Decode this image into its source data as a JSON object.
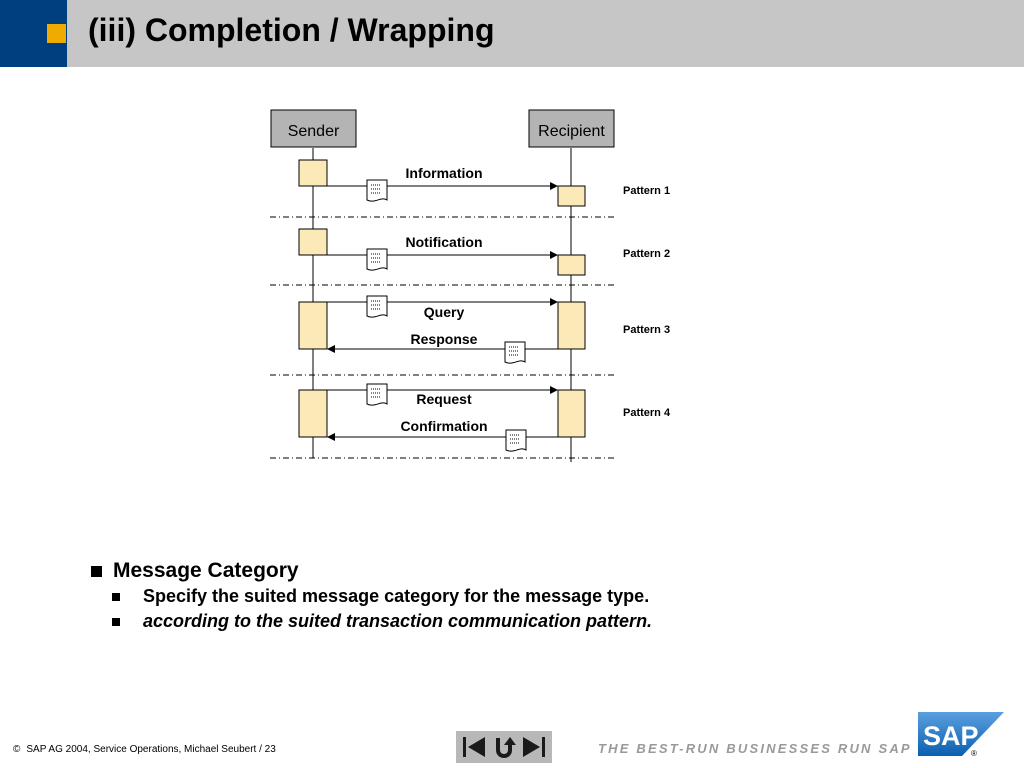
{
  "slide": {
    "title": "(iii) Completion / Wrapping"
  },
  "diagram": {
    "sender_label": "Sender",
    "recipient_label": "Recipient",
    "messages": {
      "information": "Information",
      "notification": "Notification",
      "query": "Query",
      "response": "Response",
      "request": "Request",
      "confirmation": "Confirmation"
    },
    "patterns": [
      "Pattern 1",
      "Pattern 2",
      "Pattern 3",
      "Pattern 4"
    ],
    "colors": {
      "actor_box": "#b4b4b4",
      "activation": "#fbe9b7",
      "divider": "#000000"
    }
  },
  "bullets": {
    "main": "Message Category",
    "sub1": "Specify the suited message category for the message type.",
    "sub2": "according to the suited transaction communication pattern."
  },
  "footer": {
    "copyright_symbol": "©",
    "text": "SAP AG 2004, Service Operations, Michael Seubert / 23",
    "tagline": "THE BEST-RUN BUSINESSES RUN SAP",
    "logo_text": "SAP",
    "nav_icons": [
      "first-page-icon",
      "return-icon",
      "next-page-icon"
    ]
  },
  "theme": {
    "header_bg": "#c6c6c6",
    "header_accent": "#003f7f",
    "header_square": "#f0ab00"
  }
}
